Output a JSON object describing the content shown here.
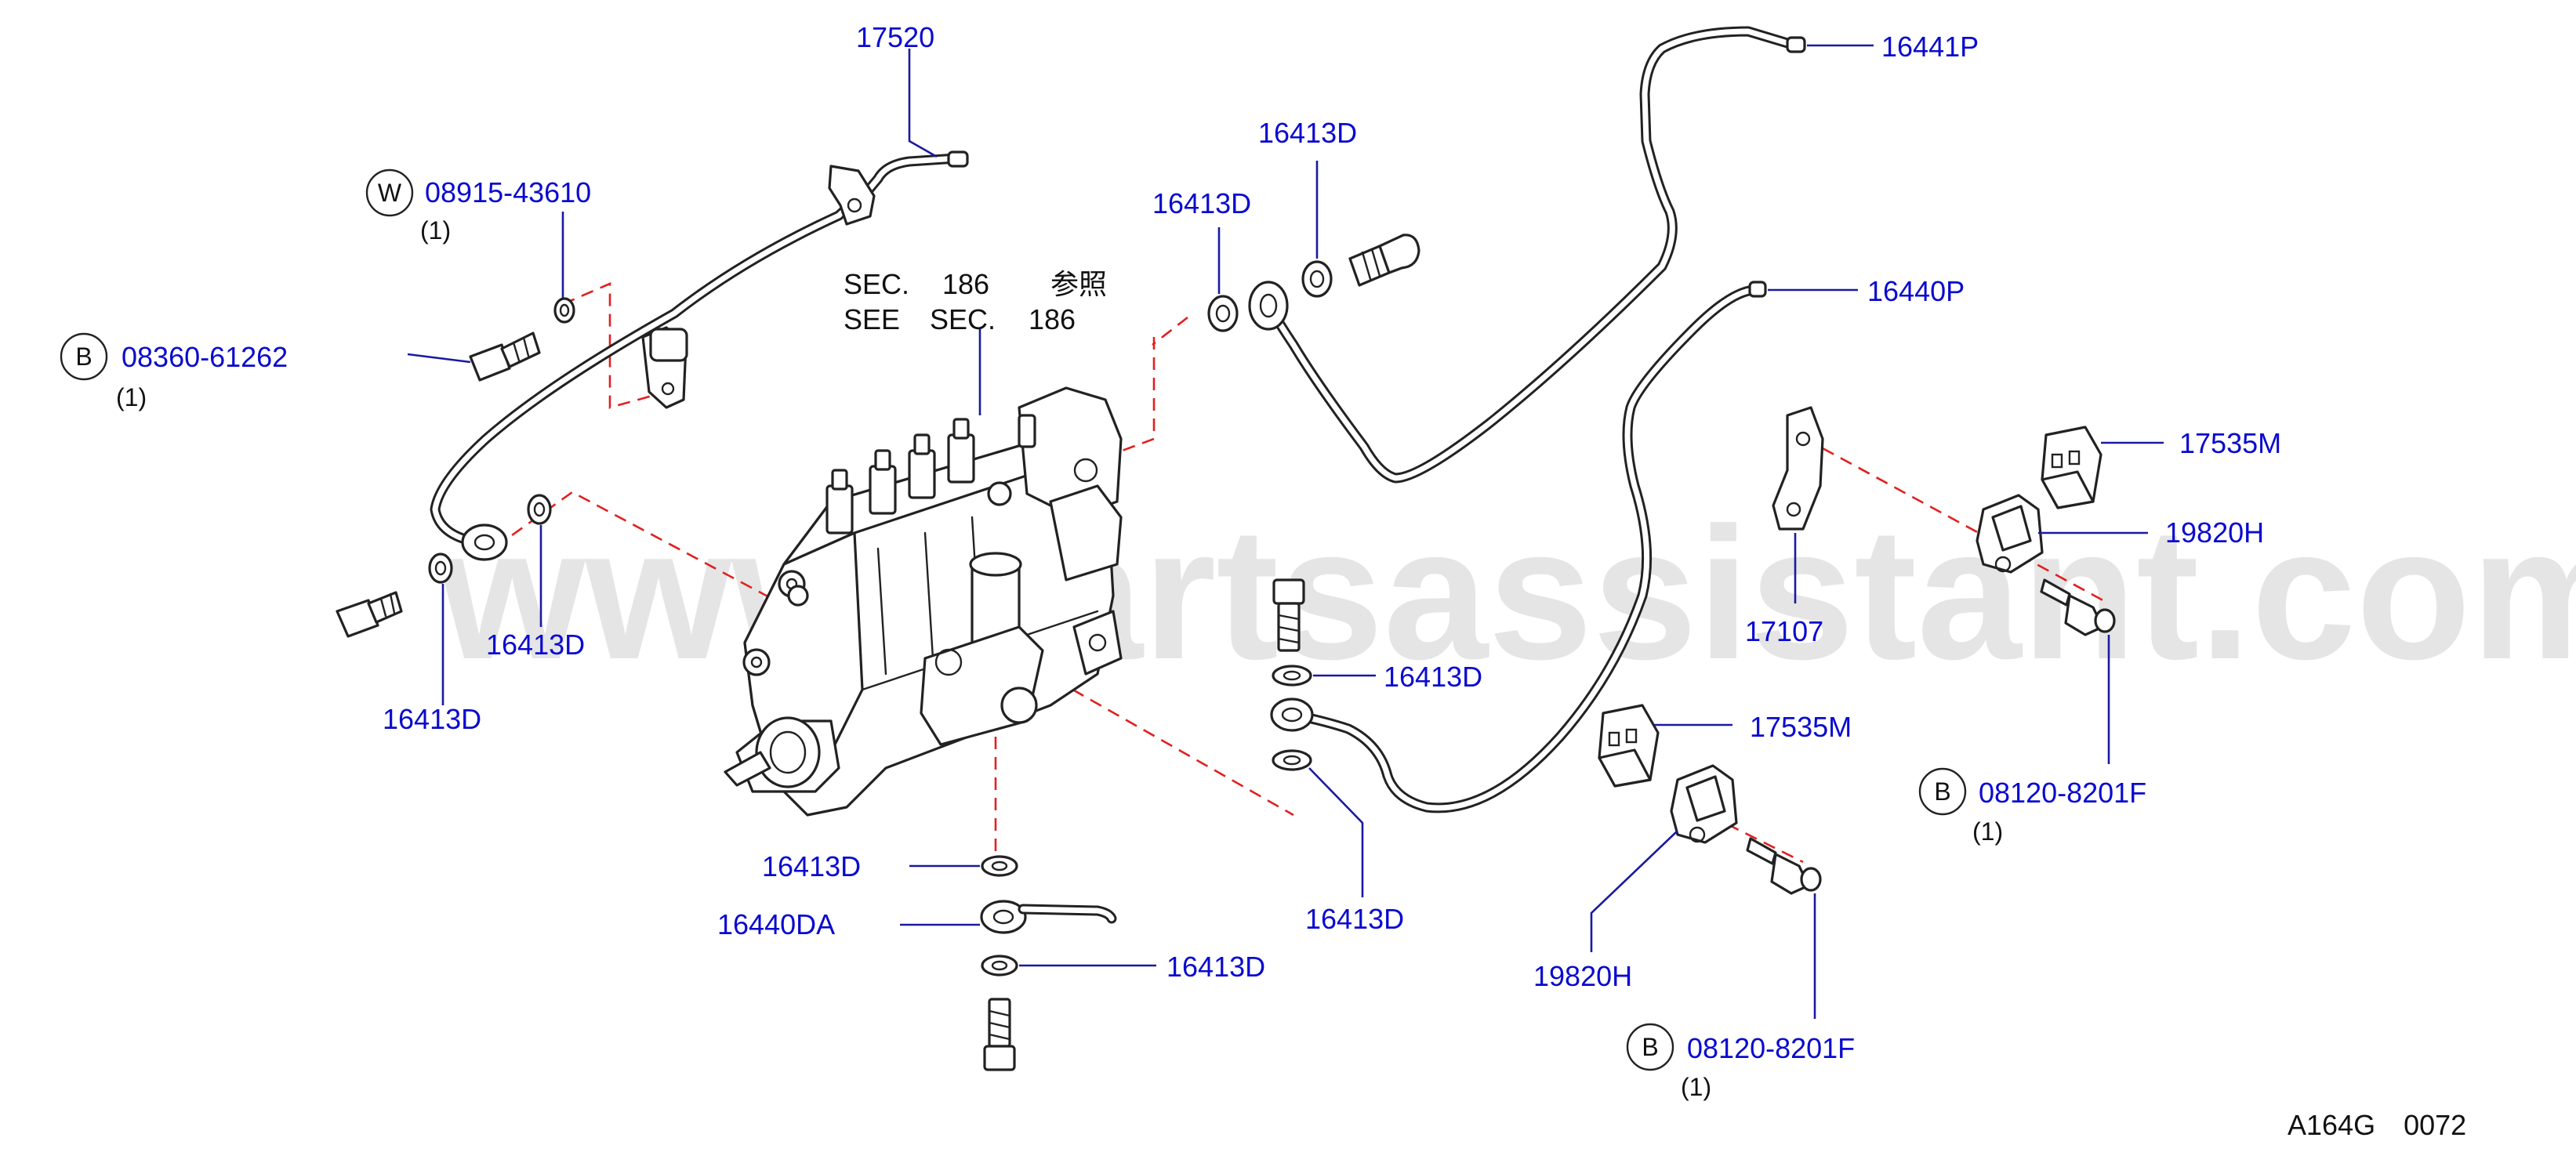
{
  "parts": {
    "p17520": "17520",
    "p16441P": "16441P",
    "p16413D_top": "16413D",
    "p16413D_mid": "16413D",
    "p08915": "08915-43610",
    "p08915_qty": "(1)",
    "p08915_mark": "W",
    "p08360": "08360-61262",
    "p08360_qty": "(1)",
    "p08360_mark": "B",
    "p16440P": "16440P",
    "p17535M_a": "17535M",
    "p19820H_a": "19820H",
    "p17107": "17107",
    "p16413D_left_a": "16413D",
    "p16413D_left_b": "16413D",
    "p16413D_right_a": "16413D",
    "p17535M_b": "17535M",
    "p08120_a": "08120-8201F",
    "p08120_a_qty": "(1)",
    "p08120_a_mark": "B",
    "p16413D_bottom_a": "16413D",
    "p16440DA": "16440DA",
    "p16413D_bottom_b": "16413D",
    "p16413D_right_b": "16413D",
    "p19820H_b": "19820H",
    "p08120_b": "08120-8201F",
    "p08120_b_qty": "(1)",
    "p08120_b_mark": "B"
  },
  "section_ref": {
    "line1_prefix": "SEC.",
    "line1_number": "186",
    "line1_jp": "参照",
    "line2_prefix": "SEE",
    "line2_sec": "SEC.",
    "line2_number": "186"
  },
  "diagram_code": "A164G　0072",
  "watermark": "www.partsassistant.com",
  "colors": {
    "label": "#0a0ad0",
    "dashed_guide": "#e02020",
    "line_art": "#222222"
  }
}
